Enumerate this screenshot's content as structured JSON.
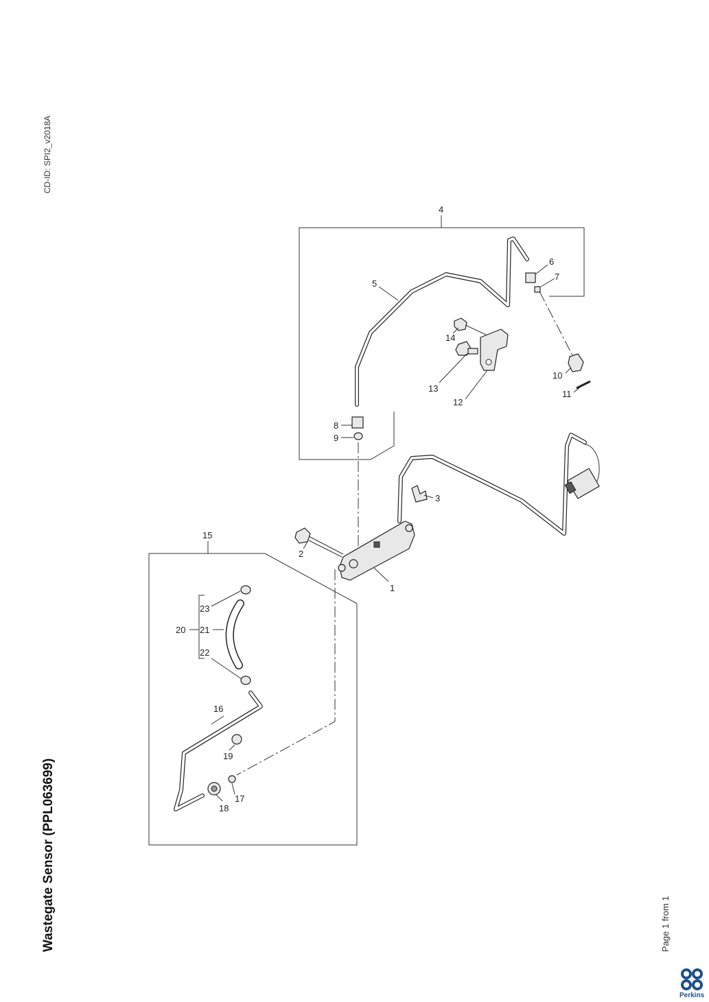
{
  "header": {
    "cd_id": "CD-ID: SPI2_v2018A"
  },
  "title": "Wastegate Sensor (PPL063699)",
  "footer": {
    "page_info": "Page 1 from 1",
    "brand": "Perkins"
  },
  "callouts": {
    "c1": "1",
    "c2": "2",
    "c3": "3",
    "c4": "4",
    "c5": "5",
    "c6": "6",
    "c7": "7",
    "c8": "8",
    "c9": "9",
    "c10": "10",
    "c11": "11",
    "c12": "12",
    "c13": "13",
    "c14": "14",
    "c15": "15",
    "c16": "16",
    "c17": "17",
    "c18": "18",
    "c19": "19",
    "c20": "20",
    "c21": "21",
    "c22": "22",
    "c23": "23"
  },
  "colors": {
    "line": "#333333",
    "brand_blue": "#1d4f8c"
  }
}
